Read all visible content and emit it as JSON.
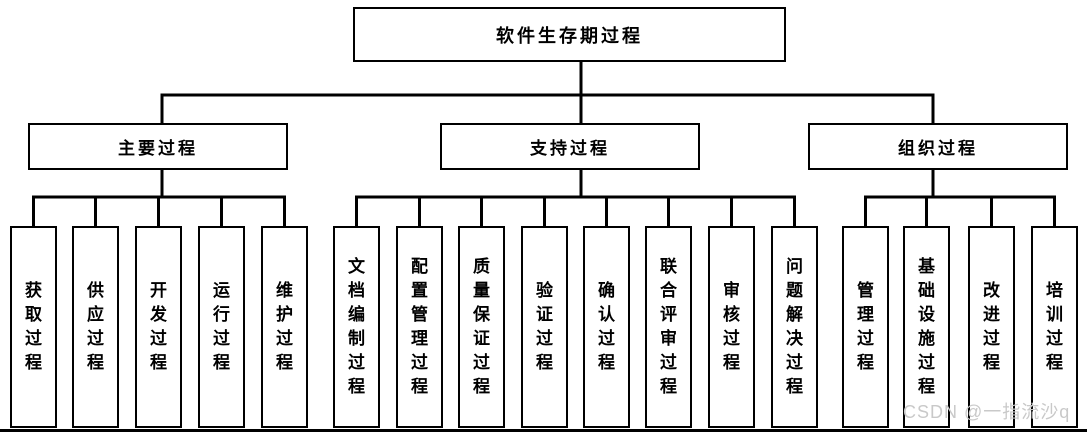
{
  "diagram": {
    "root_label": "软件生存期过程",
    "branches": [
      {
        "label": "主要过程",
        "children": [
          "获取过程",
          "供应过程",
          "开发过程",
          "运行过程",
          "维护过程"
        ]
      },
      {
        "label": "支持过程",
        "children": [
          "文档编制过程",
          "配置管理过程",
          "质量保证过程",
          "验证过程",
          "确认过程",
          "联合评审过程",
          "审核过程",
          "问题解决过程"
        ]
      },
      {
        "label": "组织过程",
        "children": [
          "管理过程",
          "基础设施过程",
          "改进过程",
          "培训过程"
        ]
      }
    ]
  },
  "watermark": {
    "text": "CSDN @一指流沙q"
  },
  "colors": {
    "line": "#000000",
    "background": "#ffffff",
    "watermark": "#c9c9c9"
  }
}
